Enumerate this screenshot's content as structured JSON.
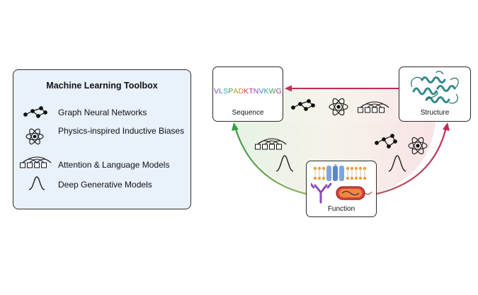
{
  "toolbox": {
    "title": "Machine Learning Toolbox",
    "items": [
      {
        "icon": "graph-network-icon",
        "label": "Graph Neural Networks"
      },
      {
        "icon": "atom-icon",
        "label": "Physics-inspired Inductive Biases"
      },
      {
        "icon": "attention-icon",
        "label": "Attention & Language Models"
      },
      {
        "icon": "bell-curve-icon",
        "label": "Deep Generative Models"
      }
    ]
  },
  "nodes": {
    "sequence": {
      "label": "Sequence",
      "residues": "VLSPADKTNVKWG"
    },
    "structure": {
      "label": "Structure"
    },
    "function": {
      "label": "Function"
    }
  },
  "colors": {
    "arrow_red": "#c42b54",
    "arrow_green": "#3c9b4a",
    "toolbox_bg": "#e9f1fb",
    "protein": "#2f8a87"
  }
}
